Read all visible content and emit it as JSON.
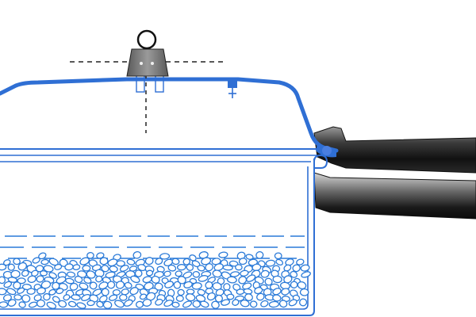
{
  "diagram": {
    "title": "",
    "components": [
      {
        "id": "pressure-weight",
        "icon": "weight-icon"
      },
      {
        "id": "weight-ring",
        "icon": "ring-icon"
      },
      {
        "id": "vent-pipe",
        "icon": "vent-icon"
      },
      {
        "id": "lid",
        "icon": "lid-icon"
      },
      {
        "id": "safety-valve",
        "icon": "valve-icon"
      },
      {
        "id": "pot-body",
        "icon": "pot-icon"
      },
      {
        "id": "upper-handle",
        "icon": "handle-icon"
      },
      {
        "id": "lower-handle",
        "icon": "handle-icon"
      },
      {
        "id": "water",
        "icon": "water-icon"
      },
      {
        "id": "food-pieces",
        "icon": "food-icon"
      }
    ],
    "colors": {
      "outline": "#2f6fd4",
      "lid_fill": "#4a7fe0",
      "weight": "#777777",
      "handle_dark": "#1a1a1a",
      "handle_light": "#b8b8b8",
      "food_stroke": "#2a7ad8",
      "dash": "#222222"
    }
  }
}
